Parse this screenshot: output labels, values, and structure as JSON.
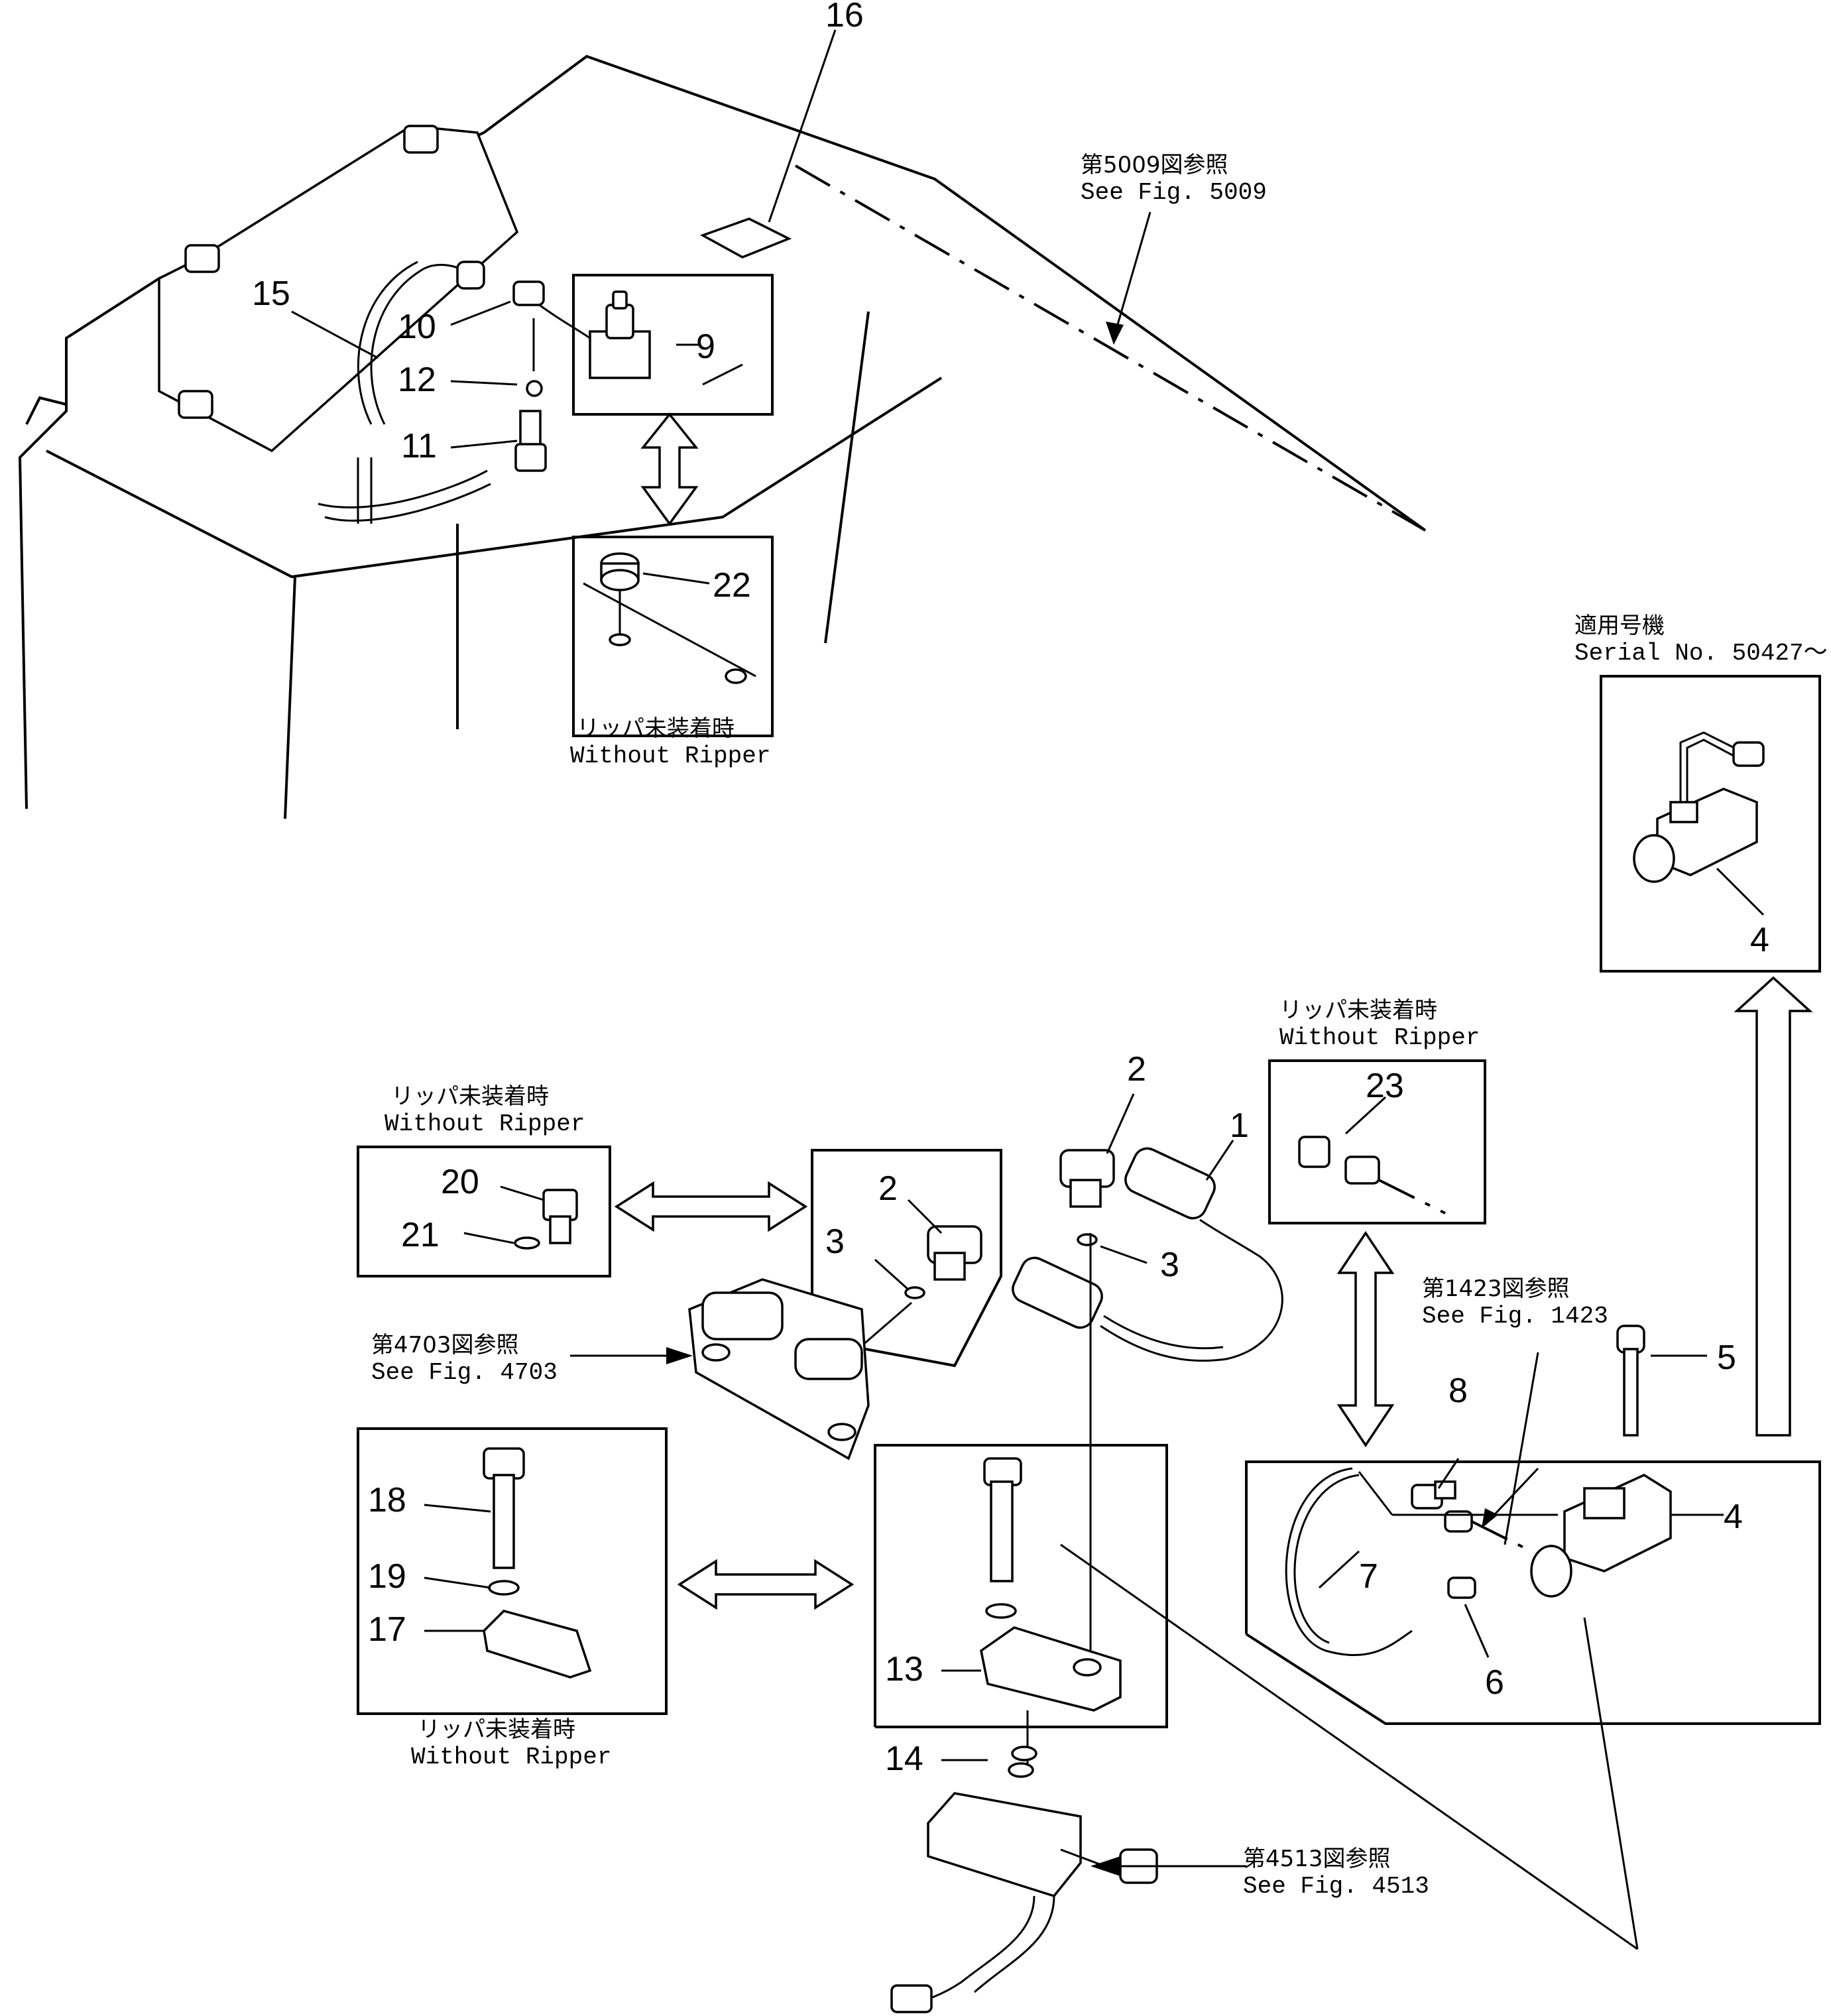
{
  "callouts": [
    "1",
    "2",
    "2",
    "3",
    "3",
    "4",
    "4",
    "5",
    "6",
    "7",
    "8",
    "9",
    "10",
    "11",
    "12",
    "13",
    "14",
    "15",
    "16",
    "17",
    "18",
    "19",
    "20",
    "21",
    "22",
    "23"
  ],
  "refs": {
    "fig5009": {
      "jp": "第5009図参照",
      "en": "See  Fig. 5009"
    },
    "fig4703": {
      "jp": "第4703図参照",
      "en": "See  Fig. 4703"
    },
    "fig1423": {
      "jp": "第1423図参照",
      "en": "See  Fig. 1423"
    },
    "fig4513": {
      "jp": "第4513図参照",
      "en": "See  Fig. 4513"
    }
  },
  "serial": {
    "jp": "適用号機",
    "en": "Serial  No. 50427～"
  },
  "without_ripper": {
    "jp": "リッパ未装着時",
    "en": "Without  Ripper"
  }
}
